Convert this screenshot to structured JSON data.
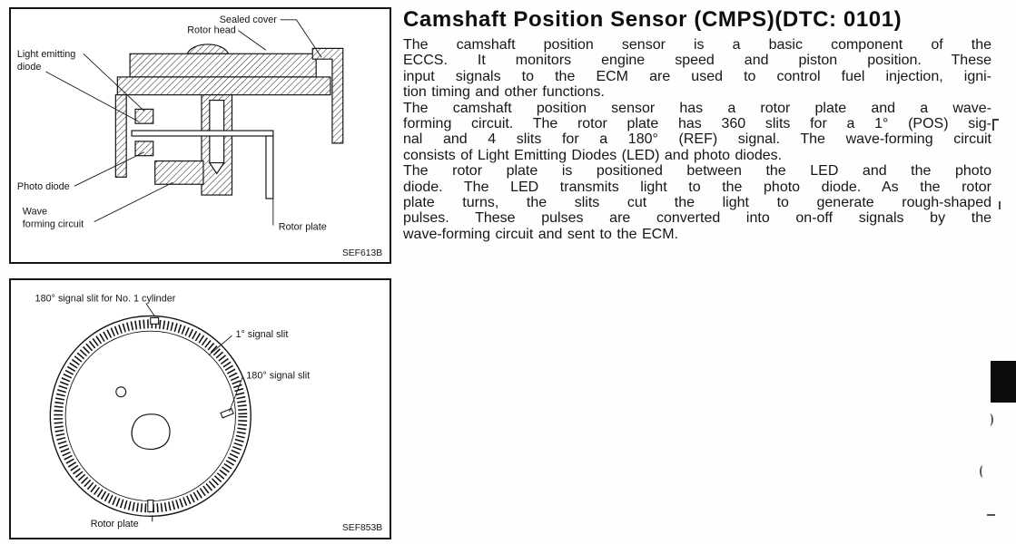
{
  "content": {
    "title": "Camshaft Position Sensor (CMPS)(DTC: 0101)",
    "lines": [
      "The camshaft position sensor is a basic component of the",
      "ECCS. It monitors engine speed and piston position. These",
      "input signals to the ECM are used to control fuel injection, igni-",
      "tion timing and other functions.",
      "The camshaft position sensor has a rotor plate and a wave-",
      "forming circuit. The rotor plate has 360 slits for a 1° (POS) sig-",
      "nal and 4 slits for a 180° (REF) signal. The wave-forming circuit",
      "consists of Light Emitting Diodes (LED) and photo diodes.",
      "The rotor plate is positioned between the LED and the photo",
      "diode. The LED transmits light to the photo diode. As the rotor",
      "plate turns, the slits cut the light to generate rough-shaped",
      "pulses. These pulses are converted into on-off signals by the",
      "wave-forming circuit and sent to the ECM."
    ]
  },
  "figure1": {
    "code": "SEF613B",
    "labels": {
      "sealed_cover": "Sealed cover",
      "rotor_head": "Rotor head",
      "light_emitting_1": "Light emitting",
      "light_emitting_2": "diode",
      "photo_diode": "Photo diode",
      "wave_1": "Wave",
      "wave_2": "forming circuit",
      "rotor_plate": "Rotor plate"
    }
  },
  "figure2": {
    "code": "SEF853B",
    "labels": {
      "slit_180_no1": "180° signal slit for No. 1 cylinder",
      "slit_1": "1° signal slit",
      "slit_180": "180° signal slit",
      "rotor_plate": "Rotor plate"
    }
  }
}
